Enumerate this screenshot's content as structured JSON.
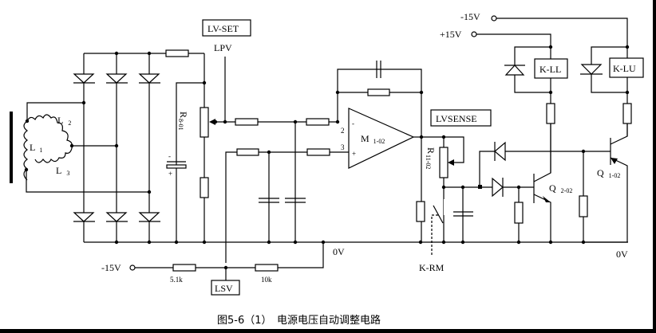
{
  "caption": "图5-6（1）　电源电压自动调整电路",
  "labels": {
    "lv_set": "LV-SET",
    "lpv": "LPV",
    "lv_sense": "LVSENSE",
    "lsv": "LSV",
    "k_ll": "K-LL",
    "k_lu": "K-LU",
    "k_rm": "K-RM",
    "minus15v_top": "-15V",
    "plus15v_top": "+15V",
    "minus15v_left": "-15V",
    "zero_v_mid": "0V",
    "zero_v_right": "0V",
    "r_5_1k": "5.1k",
    "r_10k": "10k",
    "pin2": "2",
    "pin3": "3",
    "opamp_minus": "-",
    "opamp_plus": "+",
    "cap_minus": "-",
    "cap_plus": "+"
  },
  "components": {
    "L1": {
      "name": "L",
      "sub": "1"
    },
    "L2": {
      "name": "L",
      "sub": "2"
    },
    "L3": {
      "name": "L",
      "sub": "3"
    },
    "R801": {
      "name": "R",
      "sub": "8-01"
    },
    "R1102": {
      "name": "R",
      "sub": "11-02"
    },
    "M102": {
      "name": "M",
      "sub": "1-02"
    },
    "Q102": {
      "name": "Q",
      "sub": "1-02"
    },
    "Q202": {
      "name": "Q",
      "sub": "2-02"
    }
  }
}
